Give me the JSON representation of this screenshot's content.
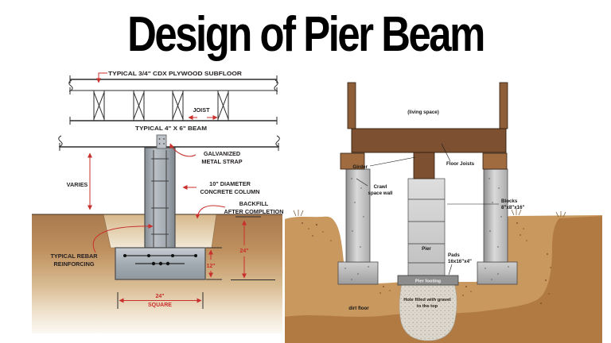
{
  "title": "Design of Pier Beam",
  "left_diagram": {
    "subfloor_label": "TYPICAL 3/4\" CDX PLYWOOD SUBFLOOR",
    "joist_label": "JOIST",
    "beam_label": "TYPICAL 4\" X 6\" BEAM",
    "strap_label_1": "GALVANIZED",
    "strap_label_2": "METAL STRAP",
    "varies_label": "VARIES",
    "column_label_1": "10\" DIAMETER",
    "column_label_2": "CONCRETE COLUMN",
    "backfill_label_1": "BACKFILL",
    "backfill_label_2": "AFTER COMPLETION",
    "rebar_label_1": "TYPICAL REBAR",
    "rebar_label_2": "REINFORCING",
    "dim_depth": "24\"",
    "dim_footing_height": "12\"",
    "dim_width": "24\"",
    "dim_width_word": "SQUARE"
  },
  "right_diagram": {
    "living_space_label": "(living space)",
    "girder_label": "Girder",
    "floor_joists_label": "Floor Joists",
    "crawl_label_1": "Crawl",
    "crawl_label_2": "space wall",
    "blocks_label_1": "Blocks",
    "blocks_label_2": "8\"x8\"x16\"",
    "pier_label": "Pier",
    "pads_label_1": "Pads",
    "pads_label_2": "16x16\"x4\"",
    "pier_footing_label": "Pier footing",
    "gravel_label_1": "Hole filled with gravel",
    "gravel_label_2": "to the top",
    "dirt_floor_label": "dirt floor"
  },
  "colors": {
    "annotation_red": "#c9302c",
    "ink": "#231f20",
    "wood_dark": "#7c5030",
    "wood_mid": "#8d5e38",
    "wood_light": "#a06c3f",
    "concrete_gray": "#b7bdc3",
    "gravel_gray": "#ddd8cd",
    "dirt_light": "#c9985e",
    "dirt_dark": "#b17a43"
  }
}
